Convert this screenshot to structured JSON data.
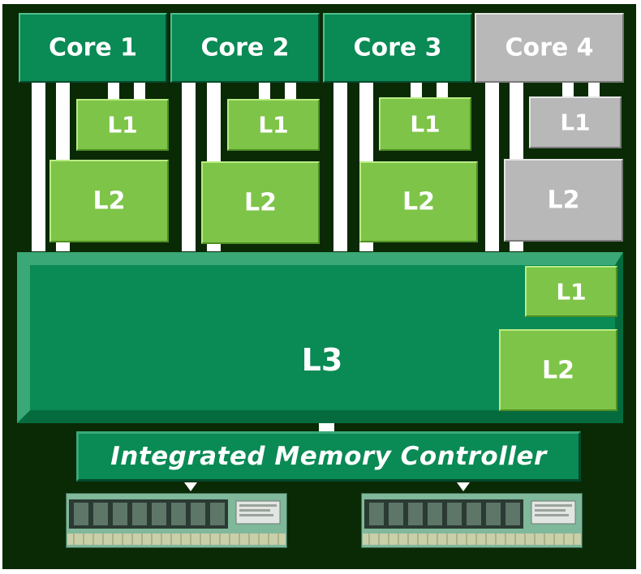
{
  "diagram": {
    "cores": [
      {
        "label": "Core 1",
        "l1": "L1",
        "l2": "L2",
        "active": true
      },
      {
        "label": "Core 2",
        "l1": "L1",
        "l2": "L2",
        "active": true
      },
      {
        "label": "Core 3",
        "l1": "L1",
        "l2": "L2",
        "active": true
      },
      {
        "label": "Core 4",
        "l1": "L1",
        "l2": "L2",
        "active": false
      }
    ],
    "l3": {
      "label": "L3",
      "l1": "L1",
      "l2": "L2"
    },
    "memory_controller": {
      "label": "Integrated Memory Controller"
    },
    "memory_modules": [
      {
        "name": "dimm"
      },
      {
        "name": "dimm"
      }
    ]
  },
  "colors": {
    "background": "#0a2a06",
    "core_active": "#0a8a54",
    "core_inactive": "#b8b8b8",
    "cache_green": "#7ec448",
    "cache_grey": "#b8b8b8",
    "l3": "#0a8a54"
  }
}
